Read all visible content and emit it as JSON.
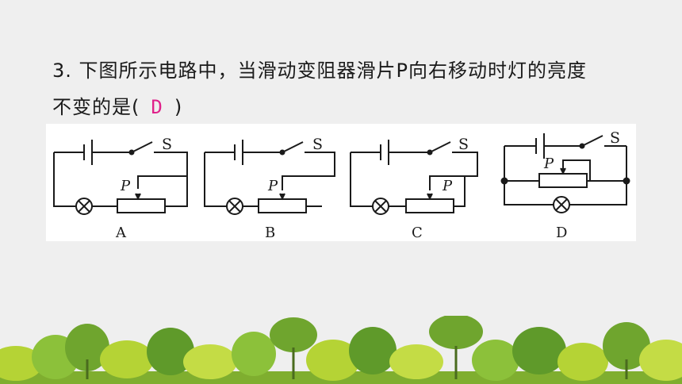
{
  "question": {
    "line1": "3. 下图所示电路中，当滑动变阻器滑片P向右移动时灯的亮度",
    "line2_prefix": "不变的是(",
    "answer": "D",
    "line2_suffix": ")"
  },
  "circuits": [
    {
      "label": "A",
      "switch": "S",
      "slider": "P"
    },
    {
      "label": "B",
      "switch": "S",
      "slider": "P"
    },
    {
      "label": "C",
      "switch": "S",
      "slider": "P"
    },
    {
      "label": "D",
      "switch": "S",
      "slider": "P"
    }
  ],
  "colors": {
    "answer": "#e0218a",
    "background": "#efefef",
    "panel": "#ffffff",
    "tree_light": "#b5d335",
    "tree_dark": "#5f9a2a"
  }
}
